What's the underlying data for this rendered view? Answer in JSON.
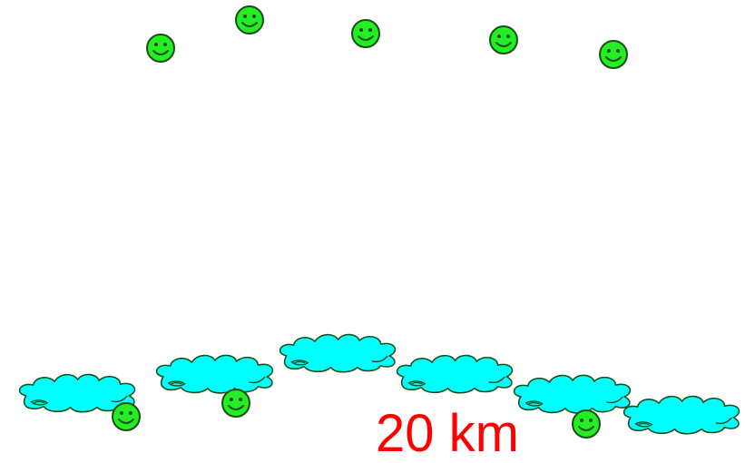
{
  "colors": {
    "face_fill": "#22ee22",
    "face_stroke": "#1a4d1a",
    "cloud_fill": "#00ffff",
    "cloud_stroke": "#1a4d1a",
    "label": "#ff0000"
  },
  "distance_label": "20 km",
  "icons": {
    "face": "smiley-face-icon",
    "cloud": "cloud-icon"
  },
  "upper_faces_count": 5,
  "lower_faces_count": 3,
  "clouds_count": 6
}
